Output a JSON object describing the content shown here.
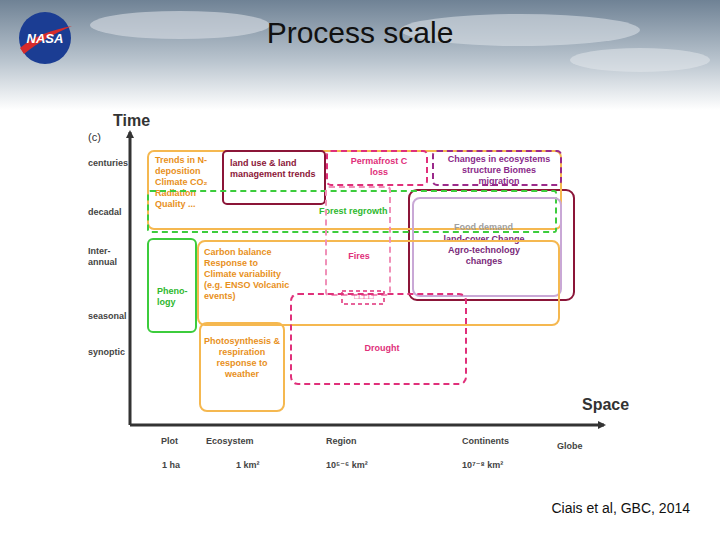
{
  "diagram": {
    "title": "Process scale",
    "caption": "Ciais et al, GBC, 2014",
    "nodes": [
      {
        "text": [
          "Trends in N-deposition Climate CO₂ Radiation Quality ..."
        ]
      },
      {
        "text": [
          "land use & land management trends"
        ]
      },
      {
        "text": [
          "Permafrost C loss"
        ]
      },
      {
        "text": [
          "Changes in ecosystems structure Biomes migration"
        ]
      },
      {
        "text": [
          "Forest regrowth"
        ]
      },
      {
        "text": [
          "Food demand",
          "land-cover Change Agro-technology changes"
        ]
      },
      {
        "text": [
          "Pheno- logy"
        ]
      },
      {
        "text": [
          "Carbon balance Response to Climate variability (e.g. ENSO Volcanic events)"
        ]
      },
      {
        "text": [
          "Fires"
        ]
      },
      {
        "text": [
          "Drought"
        ]
      },
      {
        "text": [
          "Photosynthesis & respiration response to weather"
        ]
      }
    ],
    "labels": [
      "NASA",
      "Time",
      "(c)",
      "centuries",
      "decadal",
      "Inter- annual",
      "seasonal",
      "synoptic",
      "□□□□",
      "Space",
      "Plot",
      "Ecosystem",
      "Region",
      "Continents",
      "Globe",
      "1 ha",
      "1 km²",
      "10⁵⁻⁶ km²",
      "10⁷⁻⁸ km²"
    ]
  }
}
